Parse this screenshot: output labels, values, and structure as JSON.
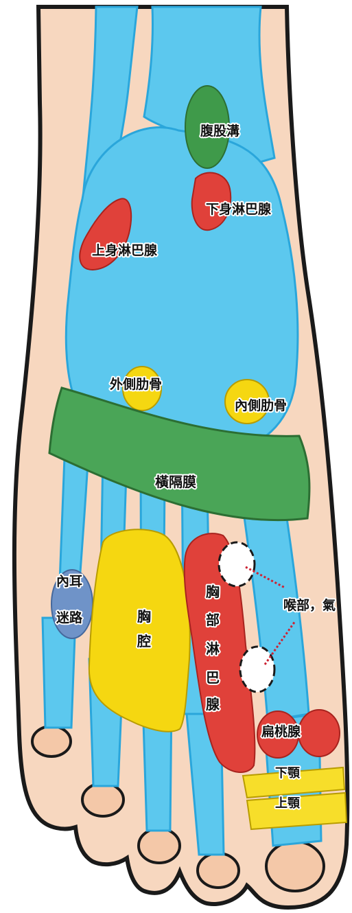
{
  "labels": {
    "groin": "腹股溝",
    "lower_lymph": "下身淋巴腺",
    "upper_lymph": "上身淋巴腺",
    "lateral_ribs": "外側肋骨",
    "medial_ribs": "內側肋骨",
    "diaphragm": "橫隔膜",
    "inner_ear_1": "內耳",
    "inner_ear_2": "迷路",
    "chest_1": "胸",
    "chest_2": "腔",
    "chest_lymph_1": "胸",
    "chest_lymph_2": "部",
    "chest_lymph_3": "淋",
    "chest_lymph_4": "巴",
    "chest_lymph_5": "腺",
    "throat": "喉部，氣",
    "tonsils": "扁桃腺",
    "lower_jaw": "下顎",
    "upper_jaw": "上顎"
  },
  "colors": {
    "skin": "#f7d7bf",
    "outline": "#1a1a1a",
    "bone": "#5cc8ee",
    "bone_dark": "#2aa6db",
    "lymph_red": "#e0413a",
    "groin_green": "#3f9a4a",
    "diaphragm_green": "#4aa557",
    "yellow": "#f5d711",
    "ear_blue": "#6f93c8",
    "jaw_yellow": "#f7de2a",
    "throat_white": "#ffffff",
    "pointer_red": "#cc2233"
  }
}
